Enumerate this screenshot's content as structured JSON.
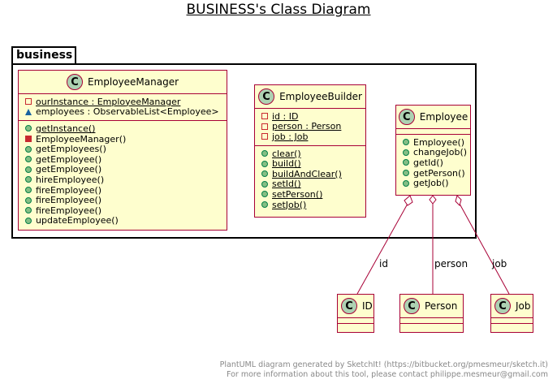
{
  "title": "BUSINESS's Class Diagram",
  "package": {
    "name": "business"
  },
  "classes": {
    "employee_manager": {
      "name": "EmployeeManager",
      "stereotype_letter": "C",
      "fields": [
        {
          "visibility": "private",
          "text": "ourInstance : EmployeeManager",
          "static": true
        },
        {
          "visibility": "package",
          "text": "employees : ObservableList<Employee>",
          "static": false
        }
      ],
      "methods": [
        {
          "visibility": "public",
          "text": "getInstance()",
          "static": true
        },
        {
          "visibility": "private",
          "text": "EmployeeManager()",
          "static": false
        },
        {
          "visibility": "public",
          "text": "getEmployees()",
          "static": false
        },
        {
          "visibility": "public",
          "text": "getEmployee()",
          "static": false
        },
        {
          "visibility": "public",
          "text": "getEmployee()",
          "static": false
        },
        {
          "visibility": "public",
          "text": "hireEmployee()",
          "static": false
        },
        {
          "visibility": "public",
          "text": "fireEmployee()",
          "static": false
        },
        {
          "visibility": "public",
          "text": "fireEmployee()",
          "static": false
        },
        {
          "visibility": "public",
          "text": "fireEmployee()",
          "static": false
        },
        {
          "visibility": "public",
          "text": "updateEmployee()",
          "static": false
        }
      ]
    },
    "employee_builder": {
      "name": "EmployeeBuilder",
      "stereotype_letter": "C",
      "fields": [
        {
          "visibility": "private",
          "text": "id : ID",
          "static": true
        },
        {
          "visibility": "private",
          "text": "person : Person",
          "static": true
        },
        {
          "visibility": "private",
          "text": "job : Job",
          "static": true
        }
      ],
      "methods": [
        {
          "visibility": "public",
          "text": "clear()",
          "static": true
        },
        {
          "visibility": "public",
          "text": "build()",
          "static": true
        },
        {
          "visibility": "public",
          "text": "buildAndClear()",
          "static": true
        },
        {
          "visibility": "public",
          "text": "setId()",
          "static": true
        },
        {
          "visibility": "public",
          "text": "setPerson()",
          "static": true
        },
        {
          "visibility": "public",
          "text": "setJob()",
          "static": true
        }
      ]
    },
    "employee": {
      "name": "Employee",
      "stereotype_letter": "C",
      "fields": [],
      "methods": [
        {
          "visibility": "public",
          "text": "Employee()",
          "static": false
        },
        {
          "visibility": "public",
          "text": "changeJob()",
          "static": false
        },
        {
          "visibility": "public",
          "text": "getId()",
          "static": false
        },
        {
          "visibility": "public",
          "text": "getPerson()",
          "static": false
        },
        {
          "visibility": "public",
          "text": "getJob()",
          "static": false
        }
      ]
    },
    "id": {
      "name": "ID",
      "stereotype_letter": "C"
    },
    "person": {
      "name": "Person",
      "stereotype_letter": "C"
    },
    "job": {
      "name": "Job",
      "stereotype_letter": "C"
    }
  },
  "relations": [
    {
      "from": "Employee",
      "to": "ID",
      "label": "id",
      "type": "aggregation"
    },
    {
      "from": "Employee",
      "to": "Person",
      "label": "person",
      "type": "aggregation"
    },
    {
      "from": "Employee",
      "to": "Job",
      "label": "job",
      "type": "aggregation"
    }
  ],
  "footer": {
    "line1": "PlantUML diagram generated by SketchIt! (https://bitbucket.org/pmesmeur/sketch.it)",
    "line2": "For more information about this tool, please contact philippe.mesmeur@gmail.com"
  },
  "colors": {
    "class_fill": "#FEFECE",
    "class_border": "#A80036",
    "badge_fill": "#ADD1B2"
  }
}
